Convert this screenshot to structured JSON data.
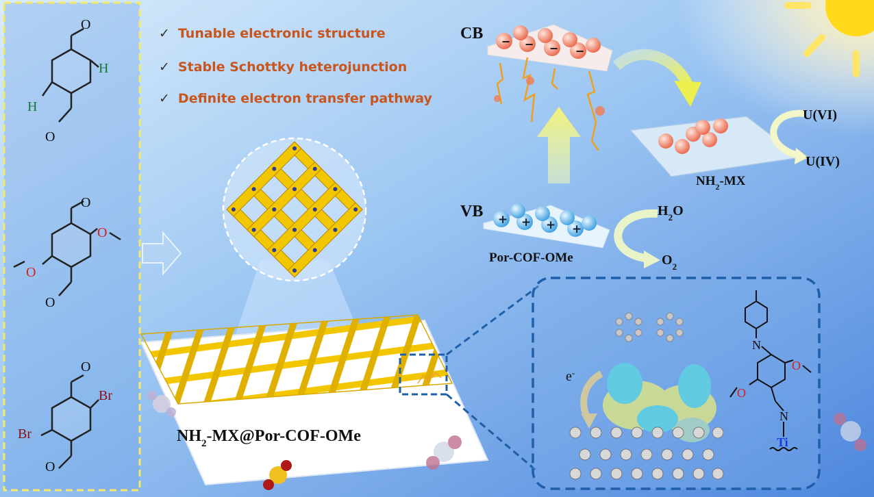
{
  "features": [
    "Tunable electronic structure",
    "Stable Schottky heterojunction",
    "Definite electron transfer pathway"
  ],
  "check_glyph": "✓",
  "band_labels": {
    "cb": "CB",
    "vb": "VB"
  },
  "reactions": {
    "u6": "U(VI)",
    "u4": "U(IV)",
    "h2o_main": "H",
    "h2o_sub": "2",
    "h2o_tail": "O",
    "o2_main": "O",
    "o2_sub": "2"
  },
  "materials": {
    "mx_main": "NH",
    "mx_sub": "2",
    "mx_tail": "-MX",
    "cof": "Por-COF-OMe",
    "composite_main": "NH",
    "composite_sub": "2",
    "composite_tail": "-MX@Por-COF-OMe"
  },
  "charge_signs": {
    "electron": "−",
    "hole": "+"
  },
  "electron_label": {
    "main": "e",
    "sup": "-"
  },
  "molecule_atoms": {
    "oxygen": "O",
    "hydrogen": "H",
    "bromine": "Br",
    "nitrogen": "N",
    "titanium": "Ti"
  },
  "colors": {
    "feature_text": "#c8551e",
    "frame_dashed_yellow": "#f5e96a",
    "frame_dashed_blue": "#1e5fa8",
    "cof_gold": "#f2c600",
    "electron_ball": "#f08060",
    "hole_ball": "#5ab0e6",
    "bg_blue": "#6fa6ea"
  }
}
